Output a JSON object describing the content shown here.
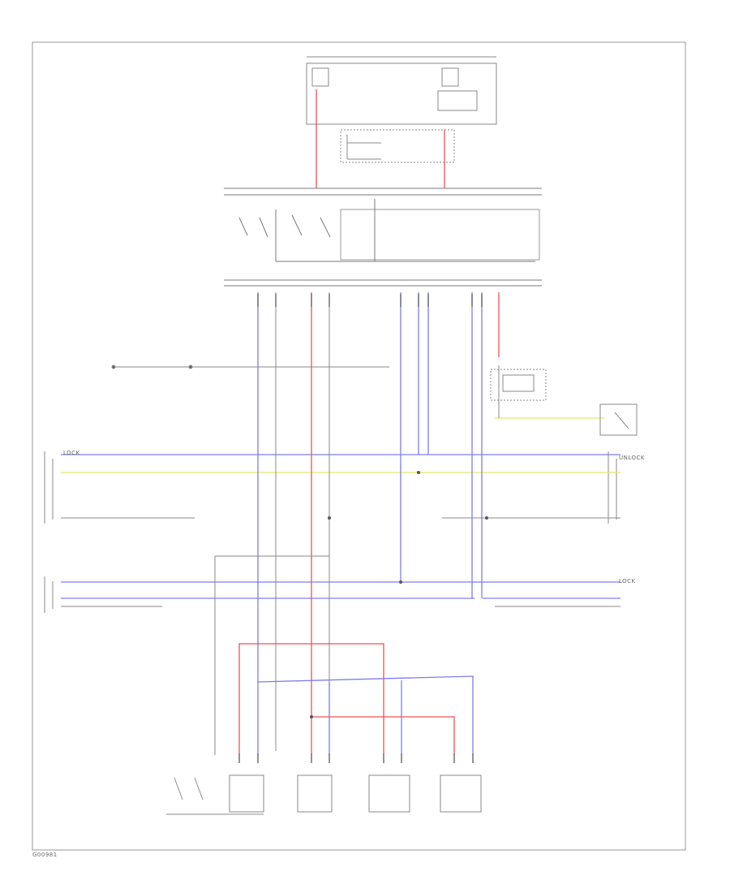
{
  "colors": {
    "frame": "#9a9a9a",
    "line": "#7a7a7a",
    "red": "#f05050",
    "blue": "#7d7df0",
    "yellow": "#e6e66e",
    "background": "#ffffff"
  },
  "footer": {
    "code": "G00981"
  },
  "connectors": {
    "top_left": "LOCK",
    "right_unlock": "UNLOCK",
    "right_lock": "LOCK"
  },
  "wires": [
    {
      "name": "red",
      "color_key": "red"
    },
    {
      "name": "blue",
      "color_key": "blue"
    },
    {
      "name": "yellow",
      "color_key": "yellow"
    }
  ]
}
